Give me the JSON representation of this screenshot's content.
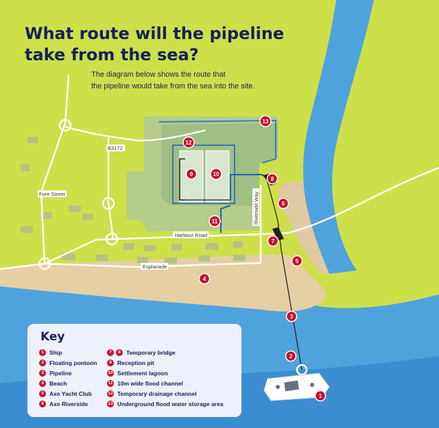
{
  "title_line1": "What route will the pipeline",
  "title_line2": "take from the sea?",
  "intro_line1": "The diagram below shows the route that",
  "intro_line2": "the pipeline would take from the sea into the site.",
  "roads": {
    "b3172": "B3172",
    "fore_street": "Fore Street",
    "harbour_road": "Harbour Road",
    "esplanade": "Esplanade",
    "riverside_way": "Riverside Way"
  },
  "markers": {
    "m1": "1",
    "m2": "2",
    "m3": "3",
    "m4": "4",
    "m5": "5",
    "m6": "6",
    "m7": "7",
    "m8": "8",
    "m9": "9",
    "m10": "10",
    "m11": "11",
    "m12": "12",
    "m13": "13"
  },
  "key": {
    "title": "Key",
    "items": [
      {
        "nums": [
          "1"
        ],
        "label": "Ship"
      },
      {
        "nums": [
          "2"
        ],
        "label": "Floating pontoon"
      },
      {
        "nums": [
          "3"
        ],
        "label": "Pipeline"
      },
      {
        "nums": [
          "4"
        ],
        "label": "Beach"
      },
      {
        "nums": [
          "5"
        ],
        "label": "Axe Yacht Club"
      },
      {
        "nums": [
          "6"
        ],
        "label": "Axe Riverside"
      },
      {
        "nums": [
          "7",
          "8"
        ],
        "label": "Temporary bridge"
      },
      {
        "nums": [
          "9"
        ],
        "label": "Reception pit"
      },
      {
        "nums": [
          "10"
        ],
        "label": "Settlement lagoon"
      },
      {
        "nums": [
          "11"
        ],
        "label": "10m wide flood channel"
      },
      {
        "nums": [
          "12"
        ],
        "label": "Temporary drainage channel"
      },
      {
        "nums": [
          "13"
        ],
        "label": "Underground flood water storage area"
      }
    ]
  },
  "colors": {
    "land": "#cde04a",
    "sea": "#4fa3dc",
    "deep_sea": "#2e7fca",
    "beach": "#e6cfa3",
    "site": "#b5cc8a",
    "title": "#15205a",
    "marker": "#c8102e"
  }
}
